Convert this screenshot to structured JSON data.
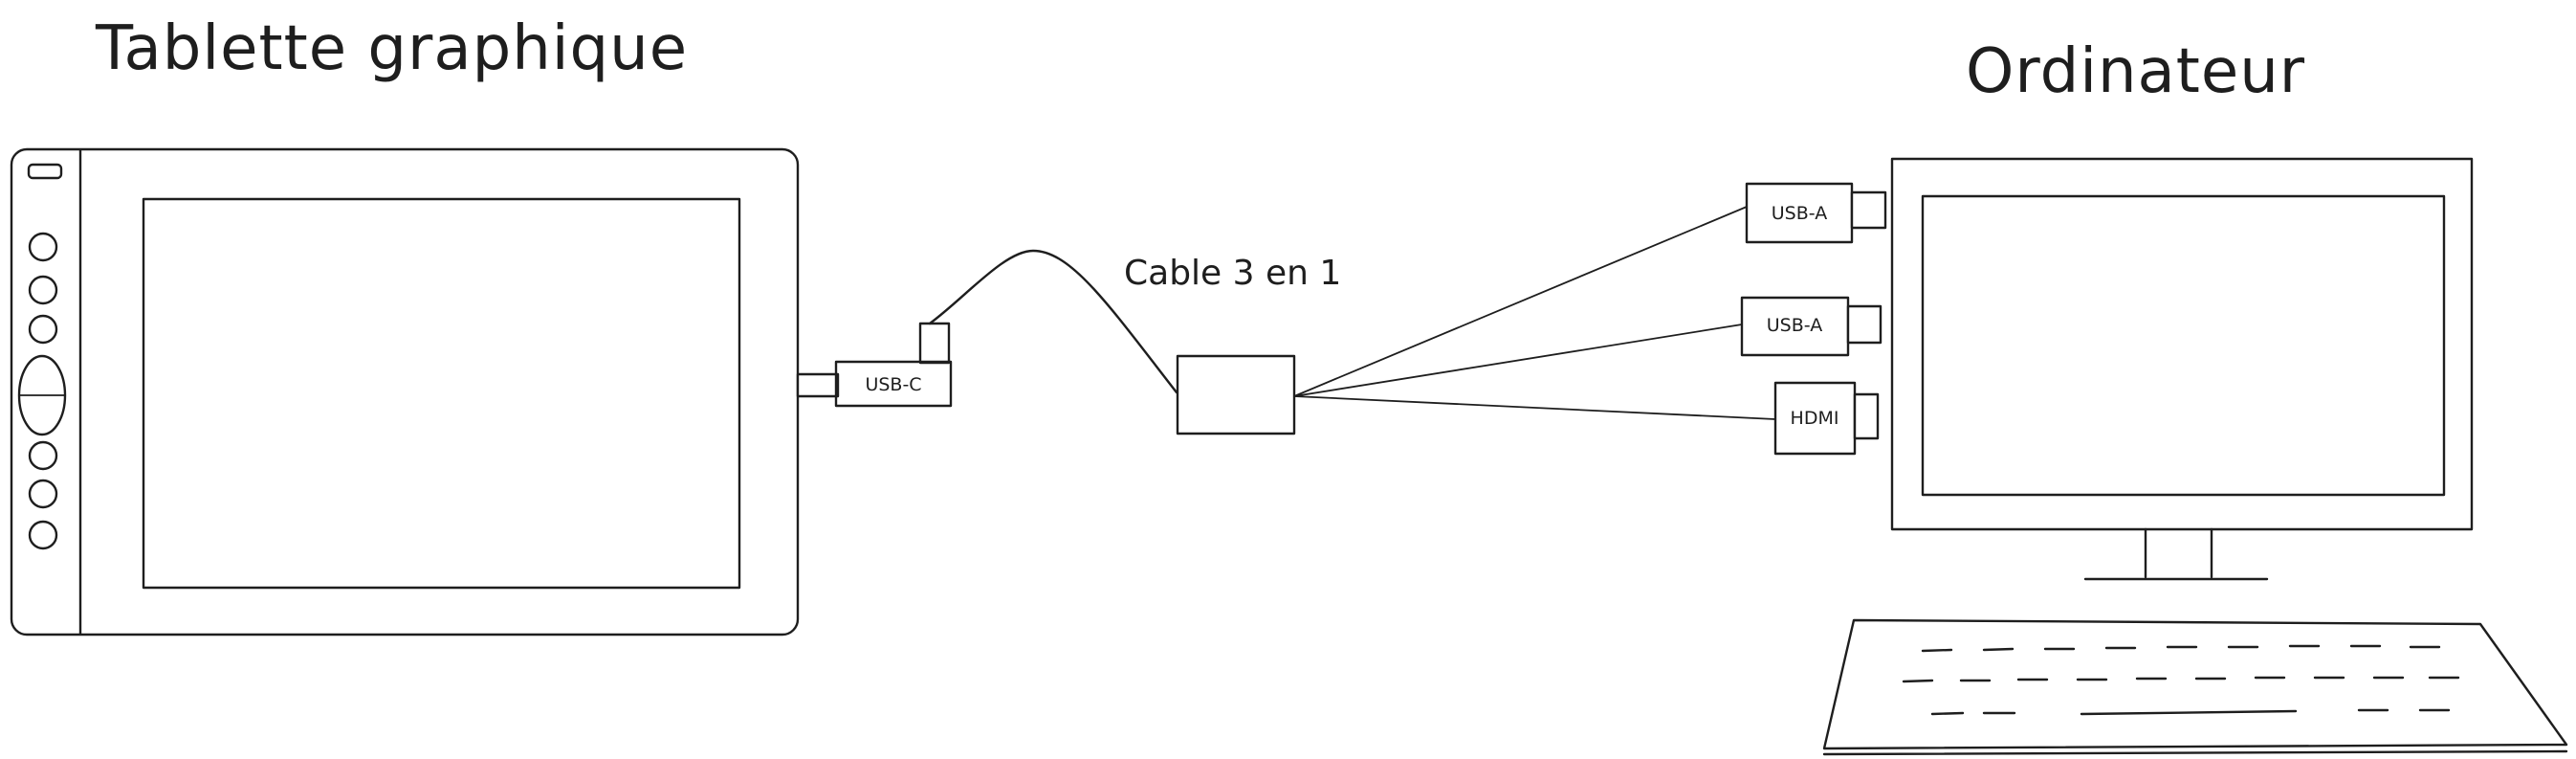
{
  "tablet": {
    "title": "Tablette graphique"
  },
  "computer": {
    "title": "Ordinateur"
  },
  "cable": {
    "label": "Cable 3 en 1"
  },
  "connectors": {
    "tablet_plug": {
      "label": "USB-C"
    },
    "computer_plugs": [
      {
        "label": "USB-A",
        "fill": "#ffc9c9"
      },
      {
        "label": "USB-A",
        "fill": "#e9ecef"
      },
      {
        "label": "HDMI",
        "fill": "#e9ecef"
      }
    ]
  },
  "colors": {
    "stroke": "#1e1e1e",
    "hatch": "#adb5bd",
    "highlight": "#ffc9c9"
  }
}
